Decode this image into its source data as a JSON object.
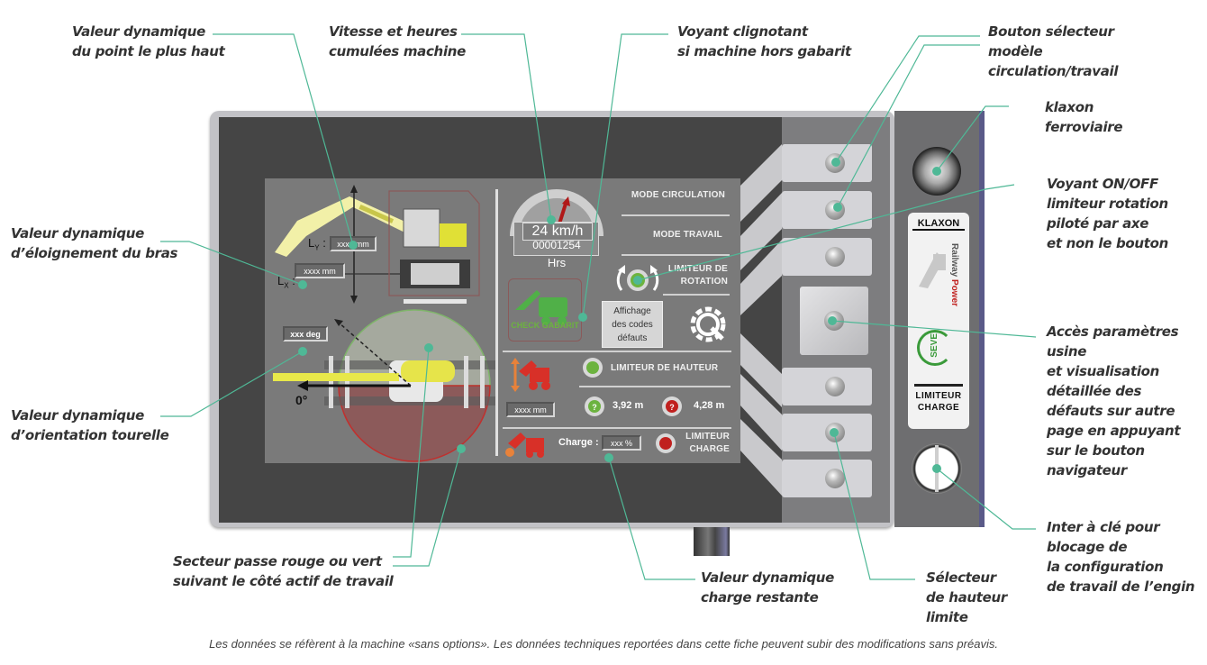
{
  "callouts": {
    "highest_point": {
      "line1": "Valeur dynamique",
      "line2": "du point le plus haut"
    },
    "speed_hours": {
      "line1": "Vitesse et heures",
      "line2": "cumulées machine"
    },
    "gauge_warning": {
      "line1": "Voyant  clignotant",
      "line2": "si machine hors gabarit"
    },
    "mode_selector": {
      "line1": "Bouton sélecteur",
      "line2": "modèle",
      "line3": "circulation/travail"
    },
    "rail_horn": {
      "line1": "klaxon",
      "line2": "ferroviaire"
    },
    "rotation_indicator": {
      "line1": "Voyant ON/OFF",
      "line2": "limiteur rotation",
      "line3": "piloté par axe",
      "line4": "et non le bouton"
    },
    "arm_distance": {
      "line1": "Valeur dynamique",
      "line2": "d’éloignement du bras"
    },
    "factory_settings": {
      "line1": "Accès paramètres",
      "line2": "usine",
      "line3": "et visualisation",
      "line4": "détaillée des",
      "line5": "défauts sur autre",
      "line6": "page en appuyant",
      "line7": "sur le bouton",
      "line8": "navigateur"
    },
    "turret_orientation": {
      "line1": "Valeur dynamique",
      "line2": "d’orientation tourelle"
    },
    "sector": {
      "line1": "Secteur passe rouge ou vert",
      "line2": "suivant le côté actif de travail"
    },
    "remaining_load": {
      "line1": "Valeur dynamique",
      "line2": "charge restante"
    },
    "height_selector": {
      "line1": "Sélecteur",
      "line2": "de hauteur",
      "line3": "limite"
    },
    "key_switch": {
      "line1": "Inter à clé pour",
      "line2": "blocage de",
      "line3": "la configuration",
      "line4": "de travail de l’engin"
    }
  },
  "screen": {
    "ly_label": "L",
    "ly_sub": "Y",
    "ly_value": "xxxx mm",
    "lx_label": "L",
    "lx_sub": "X",
    "lx_value": "xxxx mm",
    "angle_value": "xxx deg",
    "zero_angle": "0°",
    "speed": "24 km/h",
    "hours": "00001254",
    "hours_unit": "Hrs",
    "check_gabarit": "CHECK GABARIT",
    "mode_circulation": "MODE CIRCULATION",
    "mode_travail": "MODE TRAVAIL",
    "rotation_limiter_line1": "LIMITEUR DE",
    "rotation_limiter_line2": "ROTATION",
    "fault_codes_line1": "Affichage",
    "fault_codes_line2": "des codes",
    "fault_codes_line3": "défauts",
    "height_limiter": "LIMITEUR  DE HAUTEUR",
    "height_value": "xxxx mm",
    "height_low": "3,92 m",
    "height_high": "4,28 m",
    "charge_label": "Charge :",
    "charge_value": "xxx %",
    "charge_limiter_line1": "LIMITEUR",
    "charge_limiter_line2": "CHARGE",
    "status_colors": {
      "green": "#6cb33f",
      "red": "#c0201e",
      "orange": "#e8823a"
    }
  },
  "panel": {
    "klaxon_label": "KLAXON",
    "brand_line1": "Railway",
    "brand_line2": "Power",
    "seve_logo": "SEVE",
    "limiteur_line1": "LIMITEUR",
    "limiteur_line2": "CHARGE"
  },
  "footer": "Les données se réfèrent à la machine «sans options». Les données techniques reportées dans cette fiche peuvent subir des modifications sans préavis.",
  "accent_color": "#4fb896"
}
